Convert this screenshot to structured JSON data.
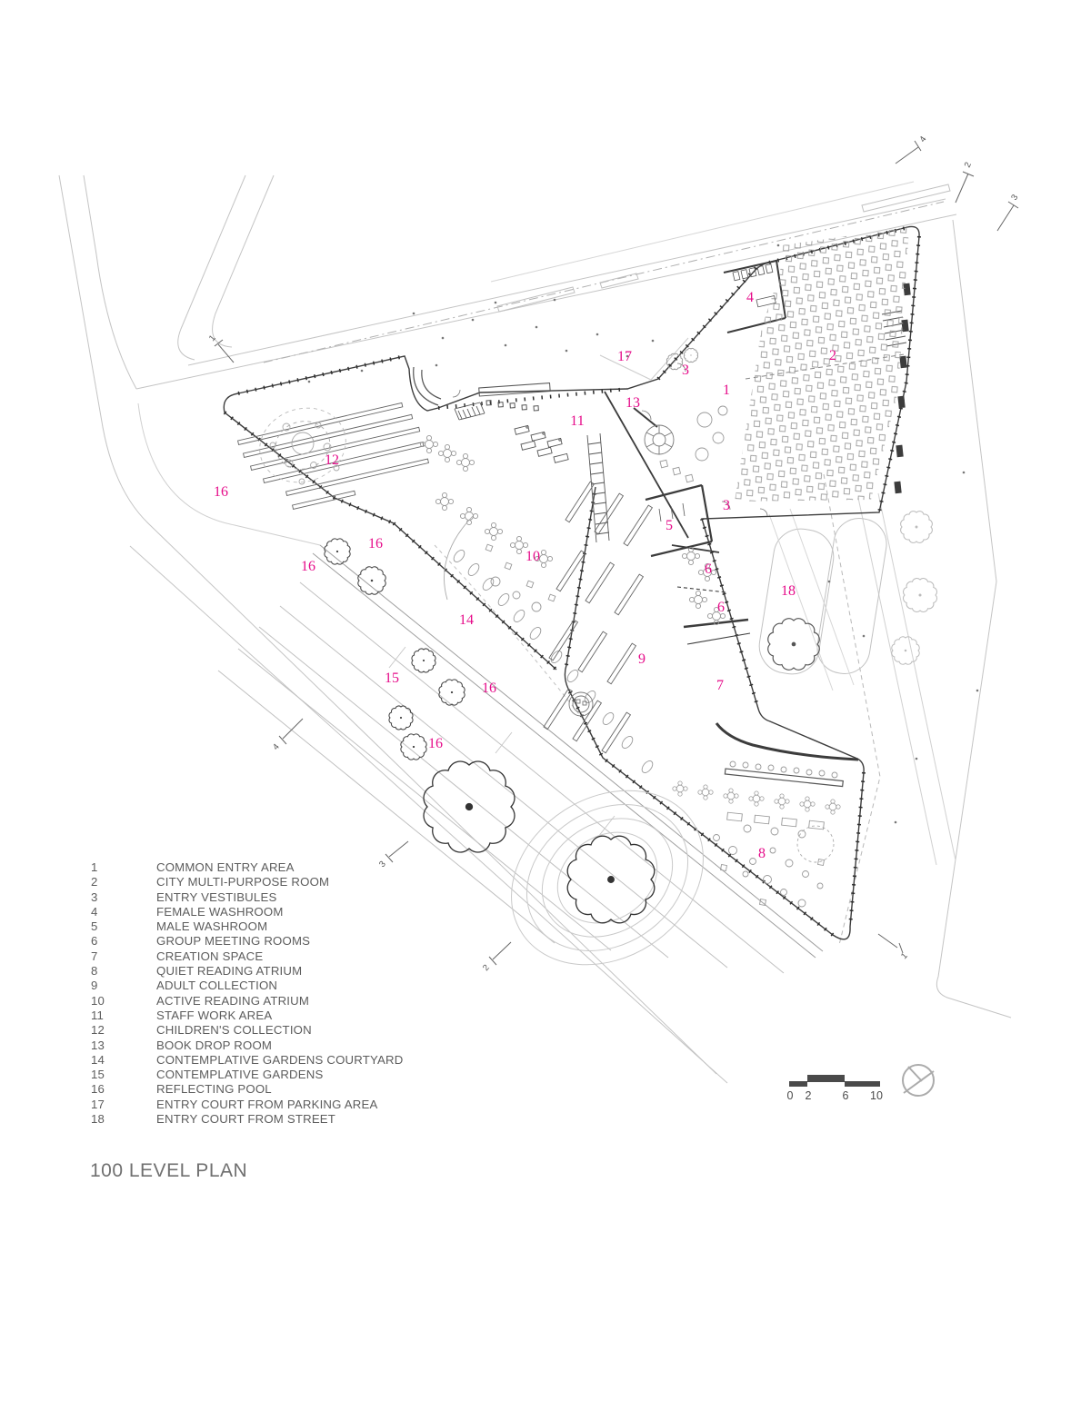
{
  "page": {
    "title": "100 LEVEL PLAN"
  },
  "legend": {
    "items": [
      {
        "num": "1",
        "label": "COMMON ENTRY AREA"
      },
      {
        "num": "2",
        "label": "CITY MULTI-PURPOSE ROOM"
      },
      {
        "num": "3",
        "label": "ENTRY VESTIBULES"
      },
      {
        "num": "4",
        "label": "FEMALE WASHROOM"
      },
      {
        "num": "5",
        "label": "MALE WASHROOM"
      },
      {
        "num": "6",
        "label": "GROUP MEETING ROOMS"
      },
      {
        "num": "7",
        "label": "CREATION SPACE"
      },
      {
        "num": "8",
        "label": "QUIET READING ATRIUM"
      },
      {
        "num": "9",
        "label": "ADULT COLLECTION"
      },
      {
        "num": "10",
        "label": "ACTIVE READING ATRIUM"
      },
      {
        "num": "11",
        "label": "STAFF WORK AREA"
      },
      {
        "num": "12",
        "label": "CHILDREN'S COLLECTION"
      },
      {
        "num": "13",
        "label": "BOOK DROP ROOM"
      },
      {
        "num": "14",
        "label": "CONTEMPLATIVE GARDENS COURTYARD"
      },
      {
        "num": "15",
        "label": "CONTEMPLATIVE GARDENS"
      },
      {
        "num": "16",
        "label": "REFLECTING POOL"
      },
      {
        "num": "17",
        "label": "ENTRY COURT FROM PARKING AREA"
      },
      {
        "num": "18",
        "label": "ENTRY COURT FROM STREET"
      }
    ]
  },
  "plan": {
    "room_labels": [
      {
        "n": "4"
      },
      {
        "n": "2"
      },
      {
        "n": "17"
      },
      {
        "n": "3"
      },
      {
        "n": "1"
      },
      {
        "n": "13"
      },
      {
        "n": "11"
      },
      {
        "n": "12"
      },
      {
        "n": "16"
      },
      {
        "n": "3"
      },
      {
        "n": "5"
      },
      {
        "n": "16"
      },
      {
        "n": "10"
      },
      {
        "n": "16"
      },
      {
        "n": "6"
      },
      {
        "n": "18"
      },
      {
        "n": "6"
      },
      {
        "n": "14"
      },
      {
        "n": "9"
      },
      {
        "n": "15"
      },
      {
        "n": "7"
      },
      {
        "n": "16"
      },
      {
        "n": "16"
      },
      {
        "n": "8"
      }
    ],
    "section_markers": [
      {
        "n": "4"
      },
      {
        "n": "2"
      },
      {
        "n": "3"
      },
      {
        "n": "1"
      },
      {
        "n": "4"
      },
      {
        "n": "3"
      },
      {
        "n": "2"
      },
      {
        "n": "1"
      }
    ]
  },
  "scale_bar": {
    "ticks": [
      "0",
      "2",
      "6",
      "10"
    ]
  },
  "icons": {
    "north_arrow": "north-arrow-compass"
  },
  "colors": {
    "accent_magenta": "#e60c8a",
    "drawing_dark": "#3c3c3c",
    "site_light": "#c4c4c4",
    "text_gray": "#5c5c5c"
  }
}
